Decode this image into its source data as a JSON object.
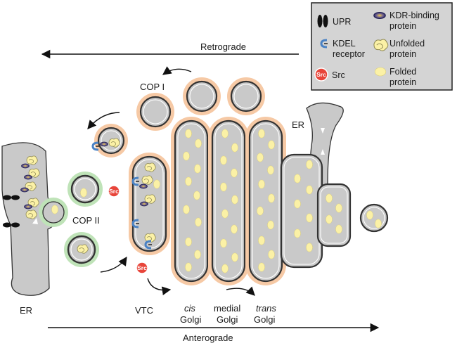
{
  "labels": {
    "retrograde": "Retrograde",
    "anterograde": "Anterograde",
    "cop1": "COP I",
    "cop2": "COP II",
    "er_left": "ER",
    "er_right": "ER",
    "vtc": "VTC",
    "cis": "cis",
    "medial": "medial",
    "trans": "trans",
    "golgi": "Golgi",
    "src_badge": "Src"
  },
  "legend": {
    "upr": "UPR",
    "kdel_line1": "KDEL",
    "kdel_line2": "receptor",
    "src_badge": "Src",
    "src": "Src",
    "kdr_line1": "KDR-binding",
    "kdr_line2": "protein",
    "unfolded_line1": "Unfolded",
    "unfolded_line2": "protein",
    "folded_line1": "Folded",
    "folded_line2": "protein"
  },
  "colors": {
    "compartment": "#c9c9c9",
    "cop1_coat": "#f6c9a5",
    "cop2_coat": "#bfe3b8",
    "folded_protein": "#fbf1a6",
    "src": "#e8453a",
    "kdel_receptor": "#4a82c4",
    "legend_bg": "#d4d4d4"
  },
  "icons": [
    "upr-icon",
    "kdel-receptor-icon",
    "src-icon",
    "kdr-binding-protein-icon",
    "unfolded-protein-icon",
    "folded-protein-icon"
  ]
}
